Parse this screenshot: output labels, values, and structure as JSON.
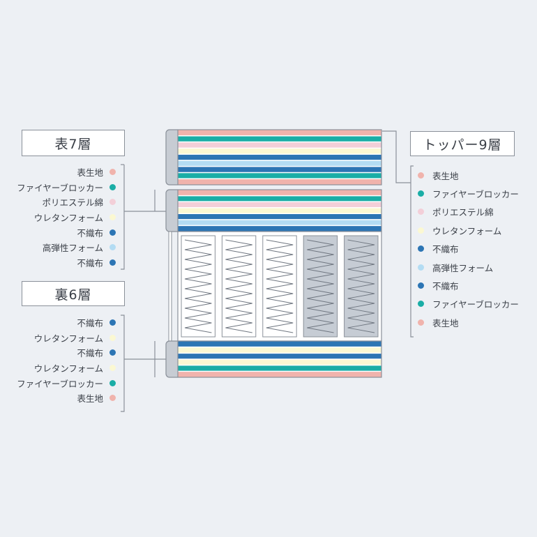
{
  "colors": {
    "background": "#edf0f4",
    "outline": "#8a9099",
    "materials": {
      "表生地": "#f0b3ac",
      "ファイヤーブロッカー": "#1aada6",
      "ポリエステル綿": "#f3cfd8",
      "ウレタンフォーム": "#fbf8d2",
      "不織布": "#2c75b4",
      "高弾性フォーム": "#b3dcf3"
    }
  },
  "sections": {
    "top7": {
      "title": "表7層",
      "items": [
        "表生地",
        "ファイヤーブロッカー",
        "ポリエステル綿",
        "ウレタンフォーム",
        "不織布",
        "高弾性フォーム",
        "不織布"
      ]
    },
    "bottom6": {
      "title": "裏6層",
      "items": [
        "不織布",
        "ウレタンフォーム",
        "不織布",
        "ウレタンフォーム",
        "ファイヤーブロッカー",
        "表生地"
      ]
    },
    "topper9": {
      "title": "トッパー9層",
      "items": [
        "表生地",
        "ファイヤーブロッカー",
        "ポリエステル綿",
        "ウレタンフォーム",
        "不織布",
        "高弾性フォーム",
        "不織布",
        "ファイヤーブロッカー",
        "表生地"
      ]
    }
  },
  "spring_unit": {
    "coil_count": 5,
    "highlighted_coils": [
      4,
      5
    ]
  }
}
